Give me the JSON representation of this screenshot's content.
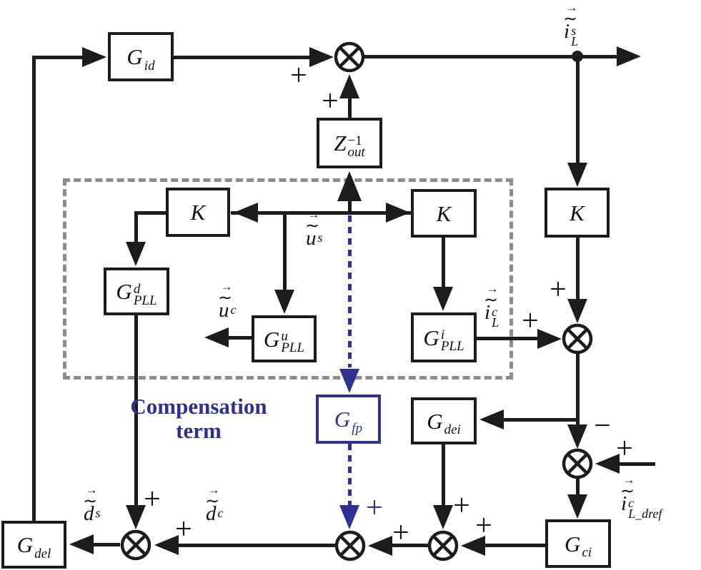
{
  "signs": {
    "plus": "+",
    "minus": "−"
  },
  "annotation": {
    "line1": "Compensation",
    "line2": "term"
  },
  "blocks": {
    "gid": {
      "base": "G",
      "sub": "id"
    },
    "zout": {
      "base": "Z",
      "sup": "−1",
      "sub": "out"
    },
    "k_left": {
      "base": "K"
    },
    "k_mid": {
      "base": "K"
    },
    "k_right": {
      "base": "K"
    },
    "gpll_d": {
      "base": "G",
      "sup": "d",
      "sub": "PLL"
    },
    "gpll_u": {
      "base": "G",
      "sup": "u",
      "sub": "PLL"
    },
    "gpll_i": {
      "base": "G",
      "sup": "i",
      "sub": "PLL"
    },
    "gfp": {
      "base": "G",
      "sub": "fp"
    },
    "gdei": {
      "base": "G",
      "sub": "dei"
    },
    "gci": {
      "base": "G",
      "sub": "ci"
    },
    "gdel": {
      "base": "G",
      "sub": "del"
    }
  },
  "labels": {
    "il_s": {
      "arrow": "→",
      "tilde": "∼",
      "base": "i",
      "sup": "s",
      "sub": "L"
    },
    "u_s": {
      "arrow": "→",
      "tilde": "∼",
      "base": "u",
      "sup": "s"
    },
    "u_c": {
      "arrow": "→",
      "tilde": "∼",
      "base": "u",
      "sup": "c"
    },
    "il_c": {
      "arrow": "→",
      "tilde": "∼",
      "base": "i",
      "sup": "c",
      "sub": "L"
    },
    "il_dref": {
      "arrow": "→",
      "tilde": "∼",
      "base": "i",
      "sup": "c",
      "sub": "L_dref"
    },
    "d_s": {
      "arrow": "→",
      "tilde": "∼",
      "base": "d",
      "sup": "s"
    },
    "d_c": {
      "arrow": "→",
      "tilde": "∼",
      "base": "d",
      "sup": "c"
    }
  },
  "colors": {
    "accent_blue": "#2e3192",
    "line_black": "#1c1c1c",
    "box_gray": "#8c8c8c"
  }
}
